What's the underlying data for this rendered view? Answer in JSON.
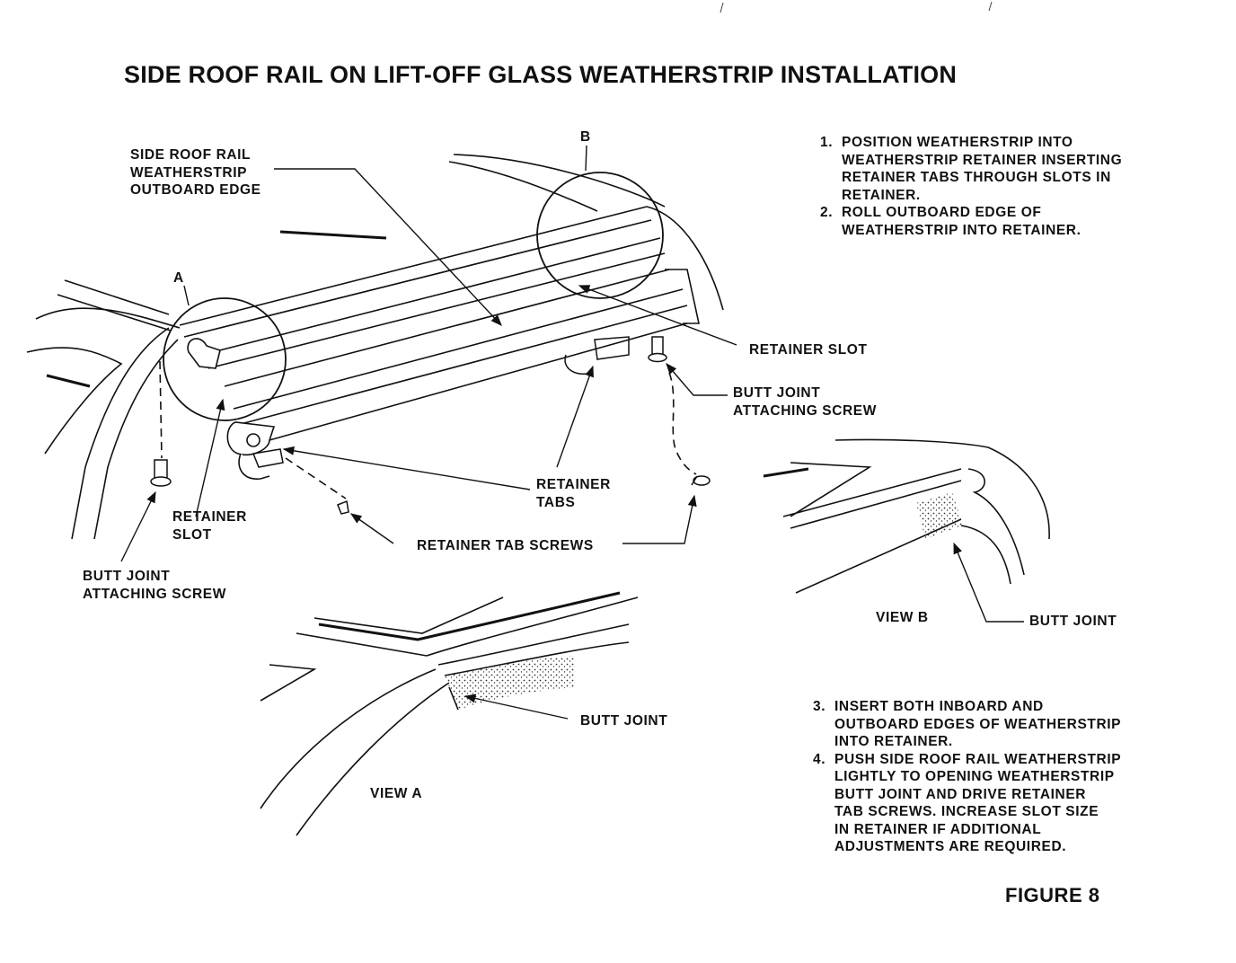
{
  "title": "SIDE ROOF RAIL ON LIFT-OFF GLASS WEATHERSTRIP INSTALLATION",
  "figure_label": "FIGURE 8",
  "callouts": {
    "detail_a": "A",
    "detail_b": "B",
    "outboard_edge": [
      "SIDE ROOF RAIL",
      "WEATHERSTRIP",
      "OUTBOARD EDGE"
    ],
    "retainer_slot_left": [
      "RETAINER",
      "SLOT"
    ],
    "butt_joint_screw_left": [
      "BUTT JOINT",
      "ATTACHING SCREW"
    ],
    "retainer_tab_screws": "RETAINER TAB SCREWS",
    "retainer_tabs": [
      "RETAINER",
      "TABS"
    ],
    "retainer_slot_right": "RETAINER SLOT",
    "butt_joint_screw_right": [
      "BUTT JOINT",
      "ATTACHING SCREW"
    ],
    "view_a_butt_joint": "BUTT JOINT",
    "view_b_butt_joint": "BUTT JOINT"
  },
  "views": {
    "view_a": "VIEW A",
    "view_b": "VIEW B"
  },
  "steps_top": [
    {
      "num": "1.",
      "lines": [
        "POSITION WEATHERSTRIP INTO",
        "WEATHERSTRIP RETAINER INSERTING",
        "RETAINER TABS THROUGH SLOTS IN",
        "RETAINER."
      ]
    },
    {
      "num": "2.",
      "lines": [
        "ROLL OUTBOARD EDGE OF",
        "WEATHERSTRIP INTO RETAINER."
      ]
    }
  ],
  "steps_bottom": [
    {
      "num": "3.",
      "lines": [
        "INSERT BOTH INBOARD AND",
        "OUTBOARD EDGES OF WEATHERSTRIP",
        "INTO RETAINER."
      ]
    },
    {
      "num": "4.",
      "lines": [
        "PUSH SIDE ROOF RAIL WEATHERSTRIP",
        "LIGHTLY TO OPENING WEATHERSTRIP",
        "BUTT JOINT AND DRIVE RETAINER",
        "TAB SCREWS. INCREASE SLOT SIZE",
        "IN RETAINER IF ADDITIONAL",
        "ADJUSTMENTS ARE REQUIRED."
      ]
    }
  ]
}
